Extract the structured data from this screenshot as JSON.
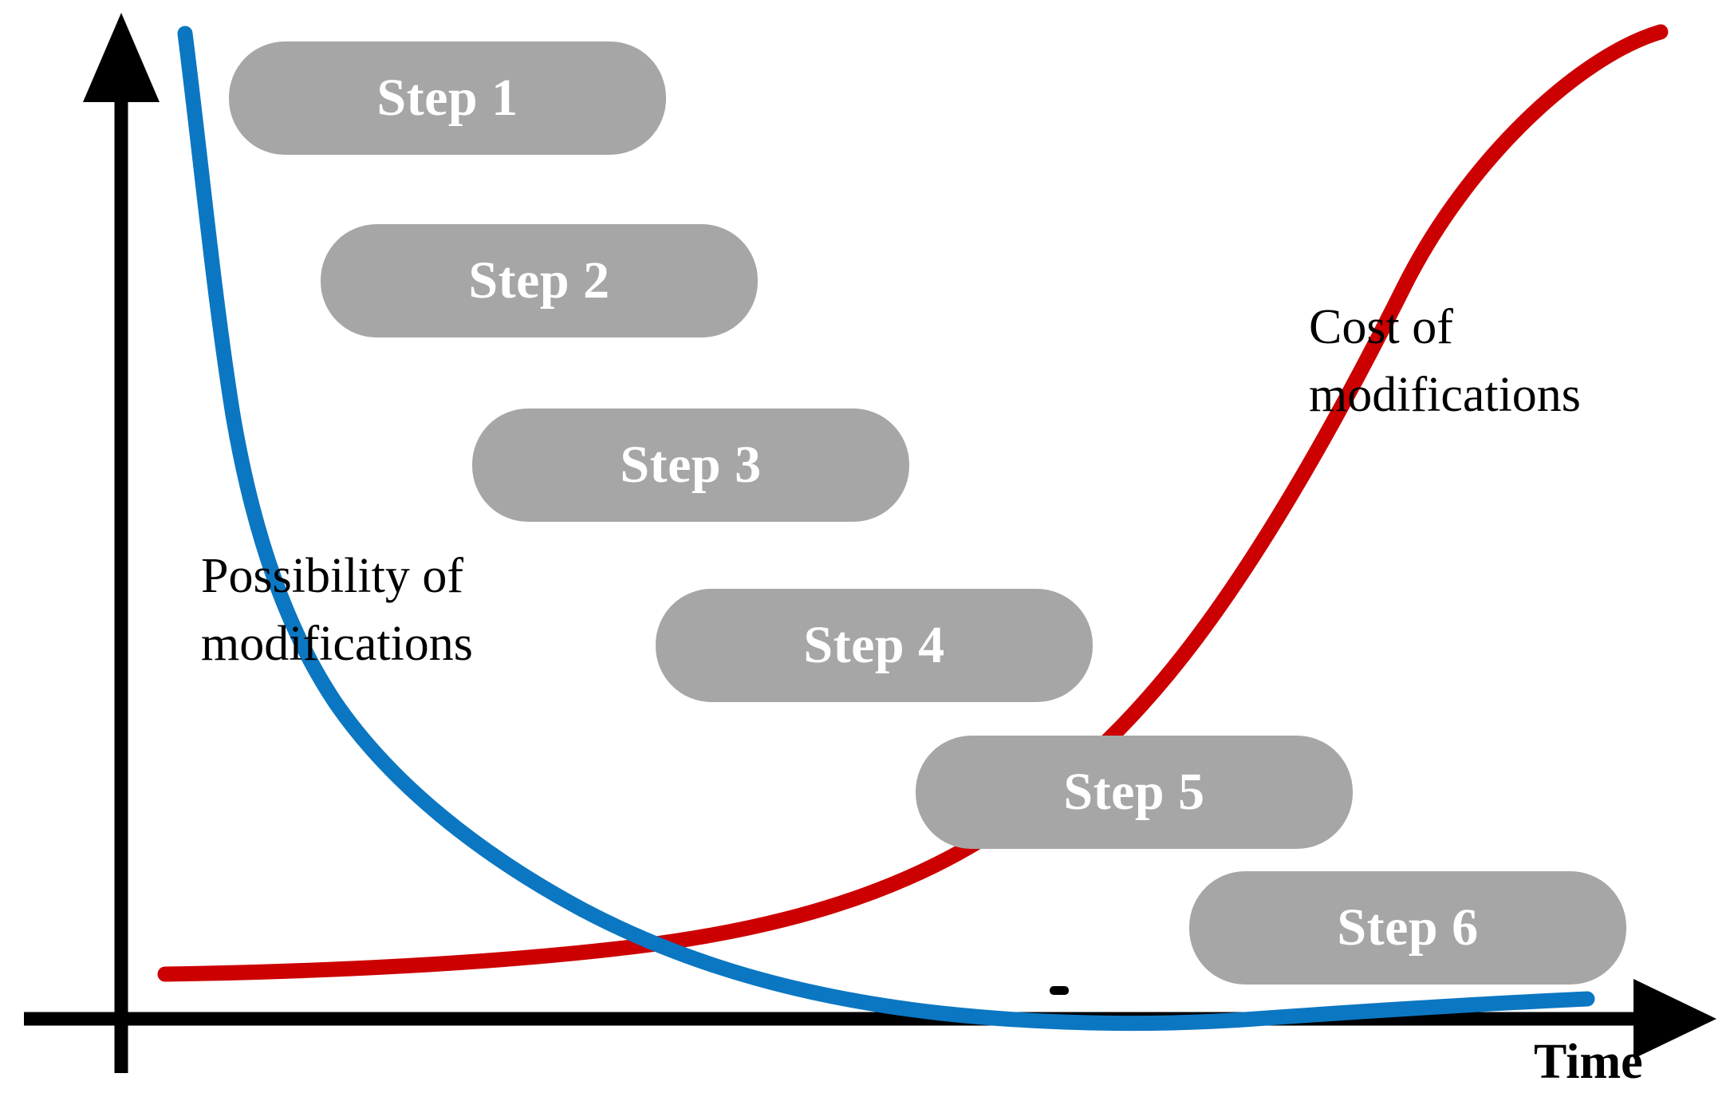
{
  "chart_data": {
    "type": "line",
    "title": "",
    "xlabel": "Time",
    "ylabel": "",
    "grid": false,
    "legend_position": "inline-annotations",
    "xlim": [
      0,
      100
    ],
    "ylim": [
      0,
      100
    ],
    "series": [
      {
        "name": "Possibility of modifications",
        "color": "#0b77c2",
        "shape": "exponential-decay",
        "points": [
          {
            "x": 1.0,
            "y": 98.0
          },
          {
            "x": 4.0,
            "y": 70.0
          },
          {
            "x": 6.5,
            "y": 55.0
          },
          {
            "x": 10.0,
            "y": 42.0
          },
          {
            "x": 15.0,
            "y": 30.0
          },
          {
            "x": 22.0,
            "y": 20.0
          },
          {
            "x": 30.0,
            "y": 13.0
          },
          {
            "x": 40.0,
            "y": 8.0
          },
          {
            "x": 50.0,
            "y": 4.5
          },
          {
            "x": 60.0,
            "y": 2.0
          },
          {
            "x": 72.0,
            "y": 1.0
          },
          {
            "x": 85.0,
            "y": 1.6
          },
          {
            "x": 95.0,
            "y": 2.4
          }
        ]
      },
      {
        "name": "Cost of modifications",
        "color": "#cc0000",
        "shape": "exponential-growth",
        "points": [
          {
            "x": 3.0,
            "y": 4.5
          },
          {
            "x": 15.0,
            "y": 5.2
          },
          {
            "x": 30.0,
            "y": 7.5
          },
          {
            "x": 42.0,
            "y": 11.0
          },
          {
            "x": 52.0,
            "y": 16.0
          },
          {
            "x": 62.0,
            "y": 24.0
          },
          {
            "x": 70.0,
            "y": 33.0
          },
          {
            "x": 78.0,
            "y": 46.0
          },
          {
            "x": 85.0,
            "y": 62.0
          },
          {
            "x": 90.0,
            "y": 76.0
          },
          {
            "x": 95.0,
            "y": 90.0
          },
          {
            "x": 97.5,
            "y": 98.0
          }
        ]
      }
    ],
    "annotations": [
      {
        "text": "Possibility of modifications",
        "series": "Possibility of modifications",
        "color": "#000000"
      },
      {
        "text": "Cost of modifications",
        "series": "Cost of modifications",
        "color": "#000000"
      }
    ]
  },
  "axes": {
    "y_axis_name": "vertical-axis",
    "x_axis_name": "horizontal-axis",
    "x_axis_label": "Time",
    "y_axis_label": "",
    "arrowheads": true,
    "color": "#000000"
  },
  "curve_labels": {
    "possibility": {
      "line1": "Possibility of",
      "line2": "modifications",
      "full": "Possibility of modifications",
      "color": "#000000"
    },
    "cost": {
      "line1": "Cost of",
      "line2": "modifications",
      "full": "Cost of modifications",
      "color": "#000000"
    }
  },
  "steps": {
    "box_color": "#a6a6a6",
    "text_color": "#ffffff",
    "items": [
      {
        "label": "Step 1",
        "index": 1
      },
      {
        "label": "Step 2",
        "index": 2
      },
      {
        "label": "Step 3",
        "index": 3
      },
      {
        "label": "Step 4",
        "index": 4
      },
      {
        "label": "Step 5",
        "index": 5
      },
      {
        "label": "Step 6",
        "index": 6
      }
    ]
  },
  "colors": {
    "possibility_curve": "#0b77c2",
    "cost_curve": "#cc0000",
    "step_box": "#a6a6a6",
    "axis": "#000000",
    "background": "#ffffff",
    "step_text": "#ffffff"
  }
}
